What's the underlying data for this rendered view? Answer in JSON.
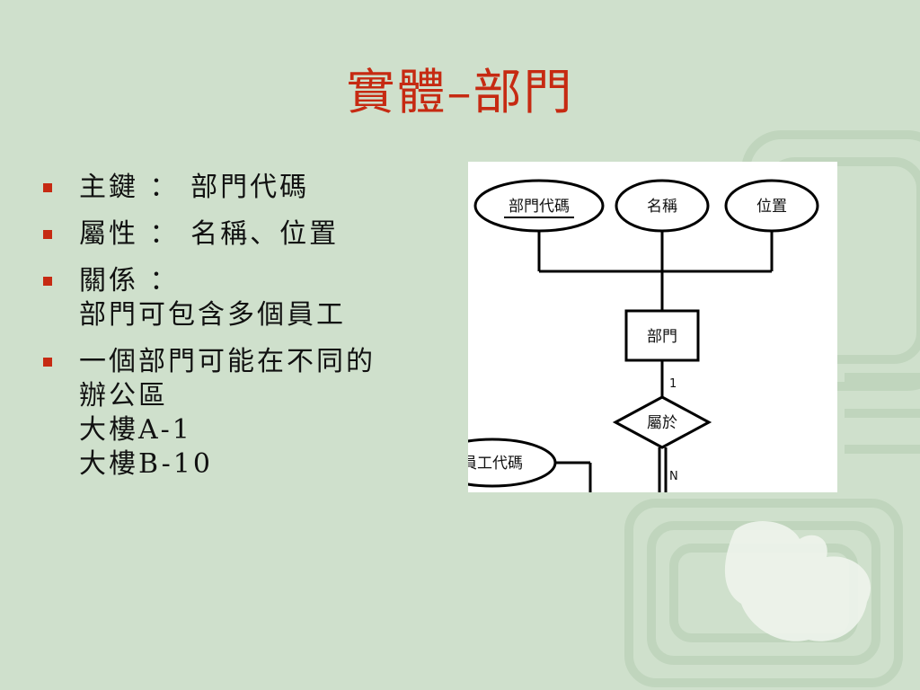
{
  "slide": {
    "title": "實體–部門",
    "bullets": [
      {
        "lines": [
          "主鍵 ： 部門代碼"
        ]
      },
      {
        "lines": [
          "屬性 ： 名稱、位置"
        ]
      },
      {
        "lines": [
          "關係 ：",
          "部門可包含多個員工"
        ]
      },
      {
        "lines": [
          "一個部門可能在不同的",
          "辦公區",
          "大樓A-1",
          "大樓B-10"
        ]
      }
    ]
  },
  "er_diagram": {
    "attr_key": "部門代碼",
    "attr_name": "名稱",
    "attr_location": "位置",
    "entity": "部門",
    "relationship": "屬於",
    "card_one": "1",
    "card_many": "N",
    "other_attr": "員工代碼"
  },
  "colors": {
    "title": "#c62a12",
    "bullet_marker": "#c62a12",
    "background": "#cfe0cc"
  }
}
